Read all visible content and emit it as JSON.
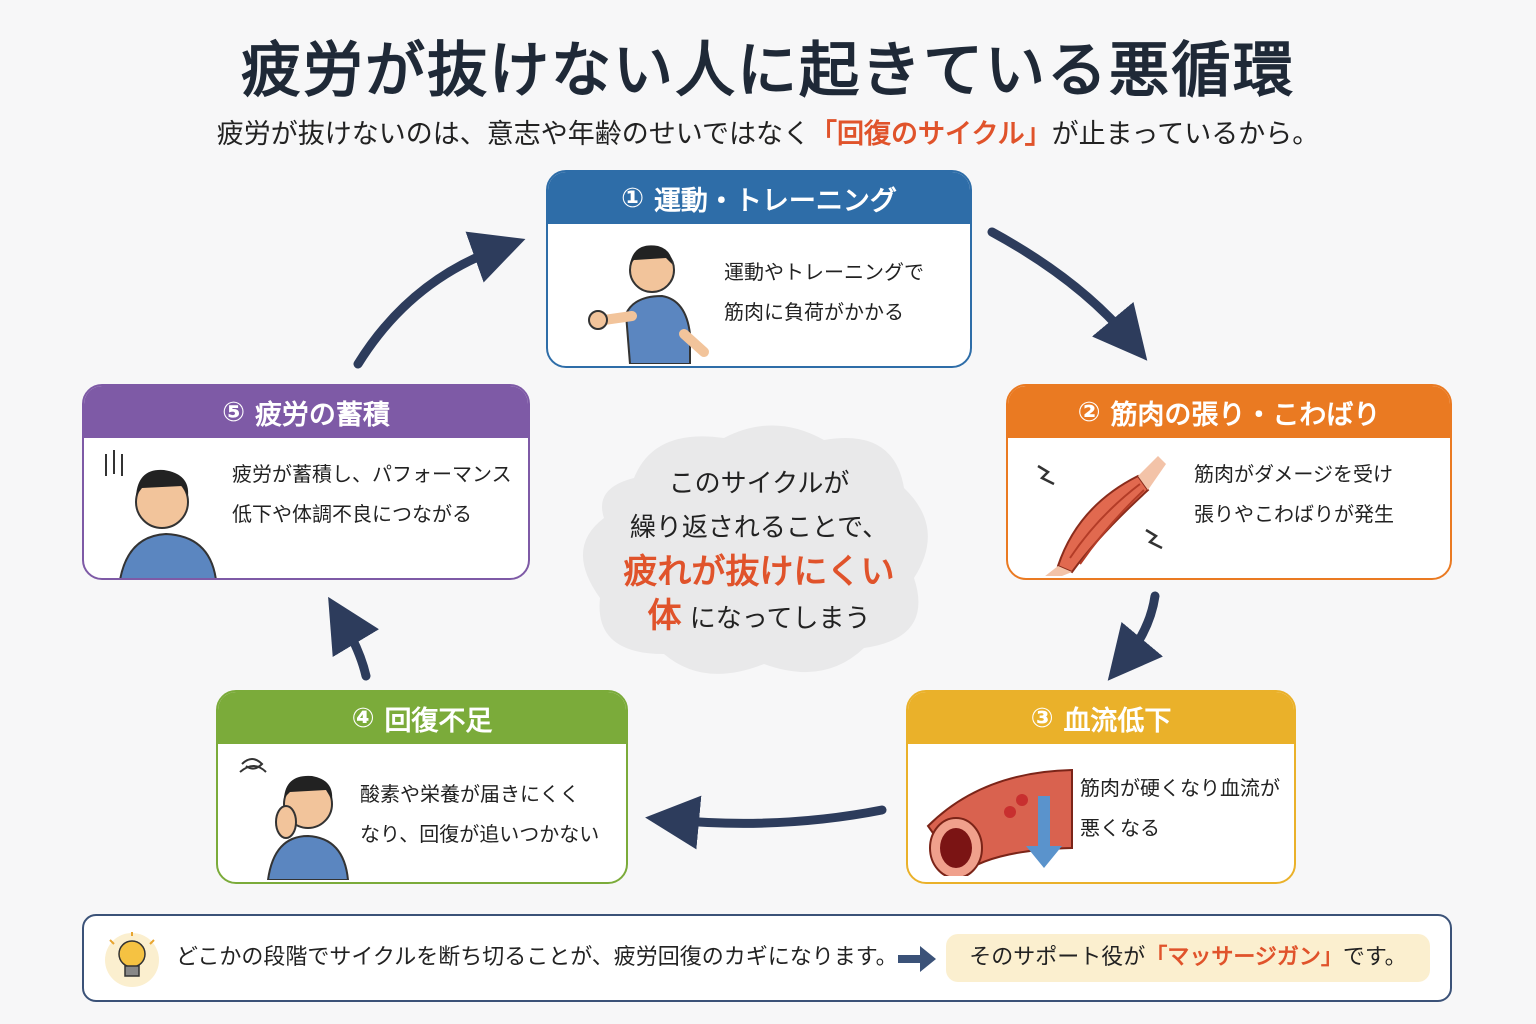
{
  "title": "疲労が抜けない人に起きている悪循環",
  "subtitle": {
    "before": "疲労が抜けないのは、意志や年齢のせいではなく",
    "highlight": "「回復のサイクル」",
    "after": "が止まっているから。"
  },
  "steps": [
    {
      "num": "①",
      "title": "運動・トレーニング",
      "lines": [
        "運動やトレーニングで",
        "筋肉に負荷がかかる"
      ],
      "color": "#2e6da8"
    },
    {
      "num": "②",
      "title": "筋肉の張り・こわばり",
      "lines": [
        "筋肉がダメージを受け",
        "張りやこわばりが発生"
      ],
      "color": "#ea7a22"
    },
    {
      "num": "③",
      "title": "血流低下",
      "lines": [
        "筋肉が硬くなり血流が",
        "悪くなる"
      ],
      "color": "#eab12a"
    },
    {
      "num": "④",
      "title": "回復不足",
      "lines": [
        "酸素や栄養が届きにくく",
        "なり、回復が追いつかない"
      ],
      "color": "#7bab3a"
    },
    {
      "num": "⑤",
      "title": "疲労の蓄積",
      "lines": [
        "疲労が蓄積し、パフォーマンス",
        "低下や体調不良につながる"
      ],
      "color": "#7e5aa6"
    }
  ],
  "center": {
    "line1": "このサイクルが",
    "line2": "繰り返されることで、",
    "highlight1": "疲れが抜けにくい",
    "highlight2": "体",
    "line4_rest": "になってしまう"
  },
  "banner": {
    "message": "どこかの段階でサイクルを断ち切ることが、疲労回復のカギになります。",
    "pill_before": "そのサポート役が",
    "pill_highlight": "「マッサージガン」",
    "pill_after": "です。"
  },
  "colors": {
    "accent": "#e0532b",
    "arrow": "#2d3c5c",
    "bulb": "#f5c242"
  },
  "icons": [
    "lightbulb-icon",
    "arrow-right-icon"
  ]
}
